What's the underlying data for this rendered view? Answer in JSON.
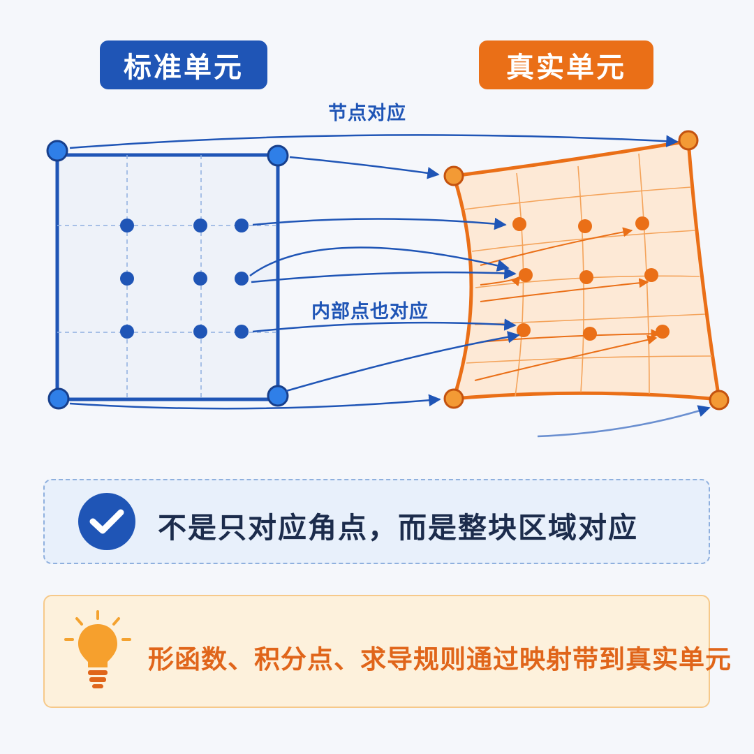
{
  "titles": {
    "standard": "标准单元",
    "real": "真实单元"
  },
  "labels": {
    "nodes": "节点对应",
    "interior": "内部点也对应"
  },
  "notes": {
    "check": "不是只对应角点，而是整块区域对应",
    "bulb": "形函数、积分点、求导规则通过映射带到真实单元"
  },
  "icons": {
    "check": "check-circle-icon",
    "bulb": "lightbulb-icon"
  },
  "colors": {
    "blue": "#1f55b6",
    "orange": "#ea6f17",
    "real_fill": "#fde9d6"
  }
}
